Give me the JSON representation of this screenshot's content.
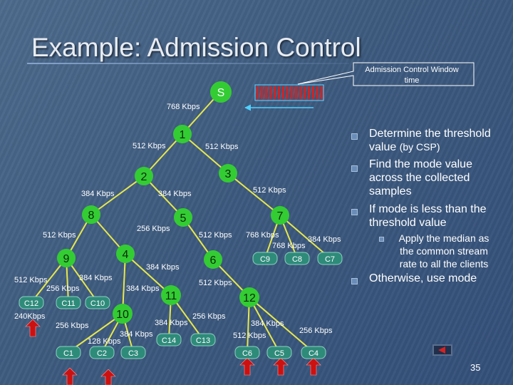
{
  "title": "Example: Admission Control",
  "callout": {
    "line1": "Admission Control Window",
    "line2": "time"
  },
  "nodes": {
    "S": "S",
    "n1": "1",
    "n2": "2",
    "n3": "3",
    "n4": "4",
    "n5": "5",
    "n6": "6",
    "n7": "7",
    "n8": "8",
    "n9": "9",
    "n10": "10",
    "n11": "11",
    "n12": "12"
  },
  "clients": {
    "C1": "C1",
    "C2": "C2",
    "C3": "C3",
    "C4": "C4",
    "C5": "C5",
    "C6": "C6",
    "C7": "C7",
    "C8": "C8",
    "C9": "C9",
    "C10": "C10",
    "C11": "C11",
    "C12": "C12",
    "C13": "C13",
    "C14": "C14"
  },
  "rates": {
    "r768": "768 Kbps",
    "r512": "512 Kbps",
    "r384": "384 Kbps",
    "r256": "256 Kbps",
    "r240": "240Kbps",
    "r128": "128 Kbps"
  },
  "bullets": {
    "b1": {
      "text": "Determine the threshold value ",
      "note": "(by CSP)"
    },
    "b2": "Find the mode value across the collected samples",
    "b3": "If mode is less than the threshold value",
    "b3a": "Apply the median as the common stream rate to all the clients",
    "b4": "Otherwise, use mode"
  },
  "colors": {
    "node_green": "#33cc33",
    "node_dark_text": "#0a2a0a",
    "client_fill": "#2e8b7a",
    "client_border": "#8fd0c0",
    "edge": "#e8e84a",
    "arrow": "#cc1111",
    "window_box": "#d42222"
  },
  "page_number": "35"
}
